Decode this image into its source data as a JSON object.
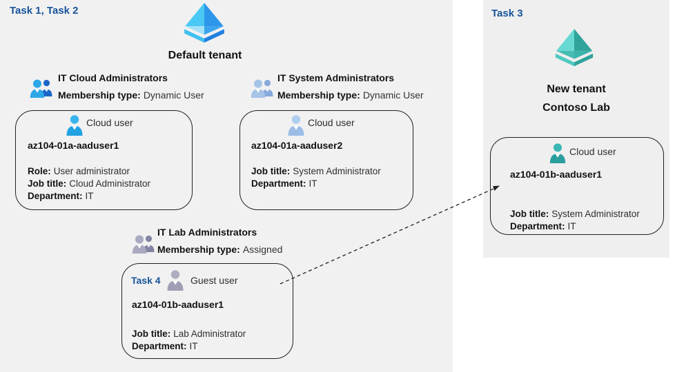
{
  "tasks": {
    "task12": "Task 1, Task 2",
    "task3": "Task 3",
    "task4": "Task 4"
  },
  "default_tenant": {
    "label": "Default tenant"
  },
  "new_tenant": {
    "line1": "New tenant",
    "line2": "Contoso Lab"
  },
  "groups": [
    {
      "name": "IT Cloud Administrators",
      "membership_label": "Membership type:",
      "membership_value": "Dynamic User"
    },
    {
      "name": "IT System Administrators",
      "membership_label": "Membership type:",
      "membership_value": "Dynamic User"
    },
    {
      "name": "IT Lab Administrators",
      "membership_label": "Membership type:",
      "membership_value": "Assigned"
    }
  ],
  "cards": [
    {
      "user_type": "Cloud user",
      "name": "az104-01a-aaduser1",
      "fields": [
        {
          "label": "Role:",
          "value": "User administrator"
        },
        {
          "label": "Job title:",
          "value": "Cloud Administrator"
        },
        {
          "label": "Department:",
          "value": "IT"
        }
      ]
    },
    {
      "user_type": "Cloud user",
      "name": "az104-01a-aaduser2",
      "fields": [
        {
          "label": "Job title:",
          "value": "System Administrator"
        },
        {
          "label": "Department:",
          "value": "IT"
        }
      ]
    },
    {
      "user_type": "Guest user",
      "name": "az104-01b-aaduser1",
      "fields": [
        {
          "label": "Job title:",
          "value": "Lab Administrator"
        },
        {
          "label": "Department:",
          "value": "IT"
        }
      ]
    },
    {
      "user_type": "Cloud user",
      "name": "az104-01b-aaduser1",
      "fields": [
        {
          "label": "Job title:",
          "value": "System Administrator"
        },
        {
          "label": "Department:",
          "value": "IT"
        }
      ]
    }
  ],
  "colors": {
    "task_text": "#17549a",
    "left_region_bg": "#f1f1f1",
    "right_region_bg": "#efefef",
    "azure_ad_blue_light": "#49c9f3",
    "azure_ad_blue_dark": "#2e96ea",
    "azure_ad_teal_light": "#67d9d2",
    "azure_ad_teal_dark": "#30a39a",
    "cloud_user_blue": "#22a2e2",
    "cloud_user_steel": "#9cbde6",
    "guest_user_gray": "#9e9eb4",
    "cloud_user_teal": "#2a9e9c"
  }
}
